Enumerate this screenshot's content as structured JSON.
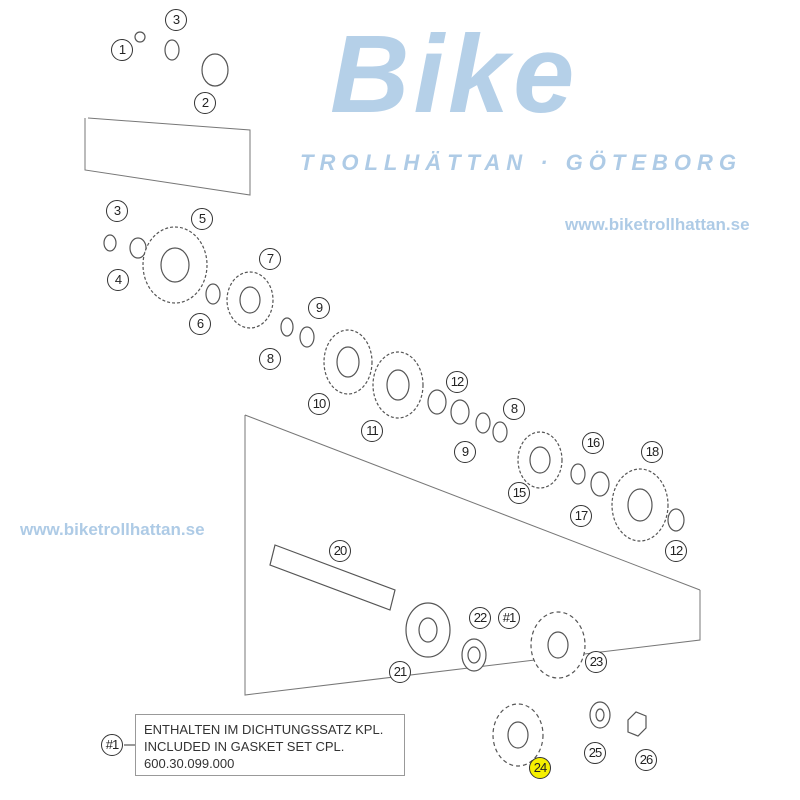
{
  "watermark": {
    "brand": "Bike",
    "tagline": "TROLLHÄTTAN · GÖTEBORG",
    "url_left": "www.biketrollhattan.se",
    "url_right": "www.biketrollhattan.se",
    "color": "#aecbe6"
  },
  "callouts": [
    {
      "label": "1"
    },
    {
      "label": "3"
    },
    {
      "label": "2"
    },
    {
      "label": "3"
    },
    {
      "label": "5"
    },
    {
      "label": "4"
    },
    {
      "label": "7"
    },
    {
      "label": "6"
    },
    {
      "label": "9"
    },
    {
      "label": "8"
    },
    {
      "label": "10"
    },
    {
      "label": "11"
    },
    {
      "label": "12"
    },
    {
      "label": "8"
    },
    {
      "label": "9"
    },
    {
      "label": "16"
    },
    {
      "label": "18"
    },
    {
      "label": "15"
    },
    {
      "label": "17"
    },
    {
      "label": "12"
    },
    {
      "label": "20"
    },
    {
      "label": "22"
    },
    {
      "label": "#1"
    },
    {
      "label": "21"
    },
    {
      "label": "23"
    },
    {
      "label": "25"
    },
    {
      "label": "26"
    },
    {
      "label": "24",
      "highlighted": true
    }
  ],
  "note": {
    "ref": "#1",
    "line1": "ENTHALTEN IM DICHTUNGSSATZ KPL.",
    "line2": "INCLUDED IN GASKET SET CPL.",
    "line3": "600.30.099.000"
  },
  "highlight_color": "#f5f000"
}
